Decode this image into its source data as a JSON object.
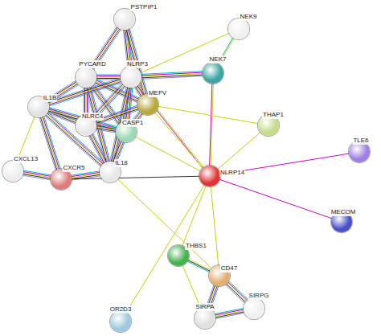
{
  "diagram": {
    "nodes": [
      {
        "text": [
          "PSTPIP1"
        ]
      },
      {
        "text": [
          "NEK9"
        ]
      },
      {
        "text": [
          "PYCARD"
        ]
      },
      {
        "text": [
          "NLRP3"
        ]
      },
      {
        "text": [
          "NEK7"
        ]
      },
      {
        "text": [
          "MEFV"
        ]
      },
      {
        "text": [
          "IL1B"
        ]
      },
      {
        "text": [
          "NLRC4"
        ]
      },
      {
        "text": [
          "CASP1"
        ]
      },
      {
        "text": [
          "THAP1"
        ]
      },
      {
        "text": [
          "TLE6"
        ]
      },
      {
        "text": [
          "CXCL13"
        ]
      },
      {
        "text": [
          "CXCR5"
        ]
      },
      {
        "text": [
          "IL18"
        ]
      },
      {
        "text": [
          "NLRP14"
        ]
      },
      {
        "text": [
          "MECOM"
        ]
      },
      {
        "text": [
          "THBS1"
        ]
      },
      {
        "text": [
          "CD47"
        ]
      },
      {
        "text": [
          "OR2D3"
        ]
      },
      {
        "text": [
          "SIRPA"
        ]
      },
      {
        "text": [
          "SIRPG"
        ]
      }
    ],
    "edges": [
      {
        "from": 0,
        "to": 2,
        "arrow": "none"
      },
      {
        "from": 0,
        "to": 3,
        "arrow": "none"
      },
      {
        "from": 0,
        "to": 5,
        "arrow": "none"
      },
      {
        "from": 2,
        "to": 3,
        "arrow": "none"
      },
      {
        "from": 2,
        "to": 6,
        "arrow": "none"
      },
      {
        "from": 2,
        "to": 7,
        "arrow": "none"
      },
      {
        "from": 2,
        "to": 8,
        "arrow": "none"
      },
      {
        "from": 2,
        "to": 5,
        "arrow": "none"
      },
      {
        "from": 2,
        "to": 13,
        "arrow": "none"
      },
      {
        "from": 3,
        "to": 6,
        "arrow": "none"
      },
      {
        "from": 3,
        "to": 7,
        "arrow": "none"
      },
      {
        "from": 3,
        "to": 8,
        "arrow": "none"
      },
      {
        "from": 3,
        "to": 5,
        "arrow": "none"
      },
      {
        "from": 3,
        "to": 4,
        "arrow": "none"
      },
      {
        "from": 3,
        "to": 13,
        "arrow": "none"
      },
      {
        "from": 1,
        "to": 4,
        "arrow": "none"
      },
      {
        "from": 1,
        "to": 3,
        "arrow": "none"
      },
      {
        "from": 6,
        "to": 7,
        "arrow": "none"
      },
      {
        "from": 6,
        "to": 8,
        "arrow": "none"
      },
      {
        "from": 6,
        "to": 13,
        "arrow": "none"
      },
      {
        "from": 6,
        "to": 12,
        "arrow": "none"
      },
      {
        "from": 6,
        "to": 11,
        "arrow": "none"
      },
      {
        "from": 7,
        "to": 8,
        "arrow": "none"
      },
      {
        "from": 7,
        "to": 13,
        "arrow": "none"
      },
      {
        "from": 7,
        "to": 5,
        "arrow": "none"
      },
      {
        "from": 8,
        "to": 13,
        "arrow": "none"
      },
      {
        "from": 8,
        "to": 5,
        "arrow": "none"
      },
      {
        "from": 11,
        "to": 12,
        "arrow": "none"
      },
      {
        "from": 12,
        "to": 13,
        "arrow": "none"
      },
      {
        "from": 12,
        "to": 14,
        "arrow": "none"
      },
      {
        "from": 14,
        "to": 3,
        "arrow": "none"
      },
      {
        "from": 14,
        "to": 4,
        "arrow": "none"
      },
      {
        "from": 14,
        "to": 5,
        "arrow": "none"
      },
      {
        "from": 14,
        "to": 8,
        "arrow": "none"
      },
      {
        "from": 14,
        "to": 9,
        "arrow": "none"
      },
      {
        "from": 14,
        "to": 10,
        "arrow": "none"
      },
      {
        "from": 14,
        "to": 15,
        "arrow": "none"
      },
      {
        "from": 14,
        "to": 16,
        "arrow": "none"
      },
      {
        "from": 14,
        "to": 18,
        "arrow": "none"
      },
      {
        "from": 14,
        "to": 17,
        "arrow": "none"
      },
      {
        "from": 5,
        "to": 9,
        "arrow": "none"
      },
      {
        "from": 16,
        "to": 17,
        "arrow": "none"
      },
      {
        "from": 16,
        "to": 19,
        "arrow": "none"
      },
      {
        "from": 17,
        "to": 19,
        "arrow": "none"
      },
      {
        "from": 17,
        "to": 20,
        "arrow": "none"
      },
      {
        "from": 19,
        "to": 20,
        "arrow": "none"
      },
      {
        "from": 13,
        "to": 17,
        "arrow": "none"
      }
    ]
  }
}
